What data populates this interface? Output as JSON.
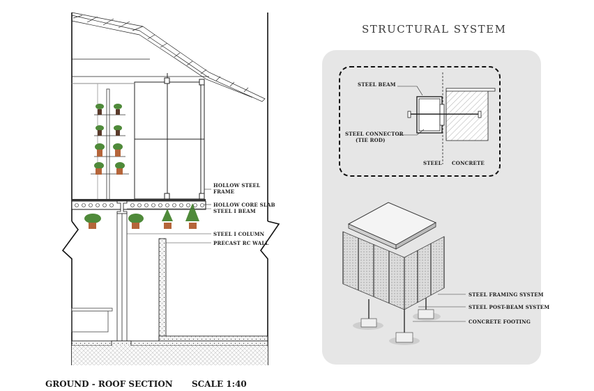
{
  "section": {
    "labels": {
      "hollow_steel_frame": "HOLLOW STEEL\nFRAME",
      "hollow_core_slab": "HOLLOW CORE SLAB",
      "steel_i_beam": "STEEL I BEAM",
      "steel_i_column": "STEEL I COLUMN",
      "precast_rc_wall": "PRECAST RC WALL"
    },
    "caption": "GROUND - ROOF SECTION",
    "scale": "SCALE  1:40"
  },
  "structural": {
    "title": "STRUCTURAL SYSTEM",
    "detail": {
      "steel_beam": "STEEL BEAM",
      "steel_connector": "STEEL CONNECTOR",
      "tie_rod": "(TIE ROD)",
      "steel": "STEEL",
      "concrete": "CONCRETE"
    },
    "axo": {
      "framing": "STEEL FRAMING SYSTEM",
      "post_beam": "STEEL POST-BEAM SYSTEM",
      "footing": "CONCRETE FOOTING"
    }
  },
  "colors": {
    "panel": "#e6e6e6",
    "line": "#111111",
    "plant_leaf": "#4f8a3a",
    "pot": "#b5653a",
    "concrete_hatch": "#9a9a9a"
  }
}
